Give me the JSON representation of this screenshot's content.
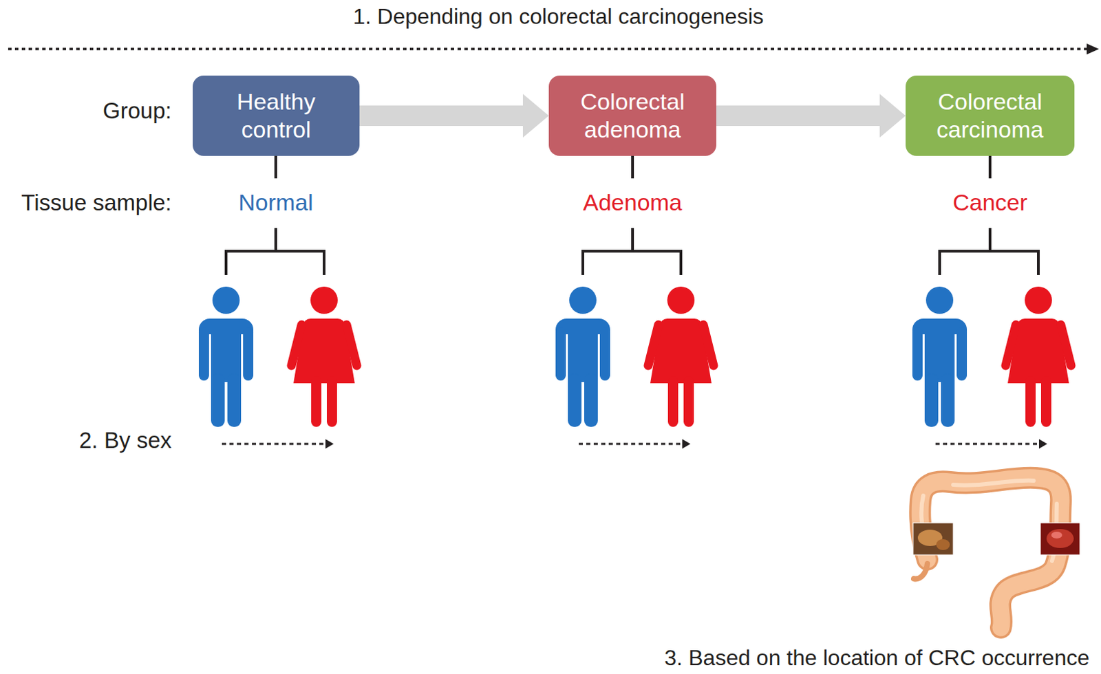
{
  "diagram": {
    "nodes": [
      {
        "text": [
          "Healthy control"
        ]
      },
      {
        "text": [
          "Colorectal adenoma"
        ]
      },
      {
        "text": [
          "Colorectal carcinoma"
        ]
      }
    ],
    "edges": [
      {
        "from": 0,
        "to": 1,
        "arrow": "to"
      },
      {
        "from": 1,
        "to": 2,
        "arrow": "to"
      }
    ],
    "labels": [
      "1. Depending on colorectal carcinogenesis",
      "Group:",
      "Tissue sample:",
      "Normal",
      "Adenoma",
      "Cancer",
      "2. By sex",
      "3. Based on the location of CRC occurrence"
    ]
  }
}
